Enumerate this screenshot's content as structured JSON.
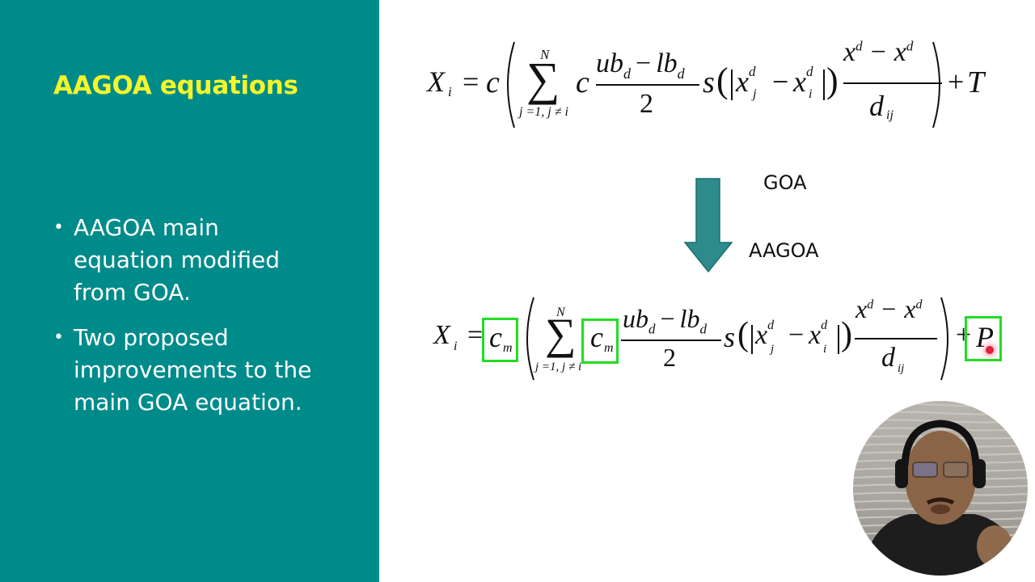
{
  "slide": {
    "title": "AAGOA equations",
    "bullets": [
      "AAGOA main equation modified from GOA.",
      "Two proposed improvements to the main GOA equation."
    ],
    "bullet_lines": [
      [
        "AAGOA main",
        "equation modified",
        "from GOA."
      ],
      [
        "Two proposed",
        "improvements to the",
        "main GOA equation."
      ]
    ]
  },
  "colors": {
    "panel_bg": "#008b8b",
    "title": "#f5f52a",
    "bullet_text": "#ffffff",
    "arrow_fill": "#2e8b8b",
    "highlight_box": "#22dd22"
  },
  "equations": {
    "goa": {
      "latex": "X_i = c\\left(\\sum_{j=1, j\\neq i}^{N} c \\frac{ub_d - lb_d}{2} s\\left(|x_j^d - x_i^d|\\right)\\frac{x_j^d - x_i^d}{d_{ij}}\\right) + T",
      "lhs": "X",
      "lhs_sub": "i",
      "eq": "=",
      "coef": "c",
      "sum_upper": "N",
      "sum_lower": "j =1, j ≠ i",
      "inner_coef": "c",
      "frac1_num_a": "ub",
      "frac1_num_b": "lb",
      "sub_d": "d",
      "minus": "−",
      "frac1_den": "2",
      "s": "s",
      "x": "x",
      "sup_d": "d",
      "sub_j": "j",
      "sub_i": "i",
      "frac2_den": "d",
      "frac2_den_sub": "ij",
      "plus": "+",
      "tail": "T"
    },
    "aagoa": {
      "latex": "X_i = c_m\\left(\\sum_{j=1, j\\neq i}^{N} c_m \\frac{ub_d - lb_d}{2} s\\left(|x_j^d - x_i^d|\\right)\\frac{x_j^d - x_i^d}{d_{ij}}\\right) + P",
      "coef": "c",
      "coef_sub": "m",
      "inner_coef": "c",
      "inner_coef_sub": "m",
      "tail": "P",
      "highlighted_terms": [
        "c_m (outer)",
        "c_m (inner)",
        "P"
      ]
    }
  },
  "transition": {
    "from_label": "GOA",
    "to_label": "AAGOA",
    "arrow_icon": "arrow-down-icon"
  },
  "presenter": {
    "webcam_shape": "circle"
  }
}
